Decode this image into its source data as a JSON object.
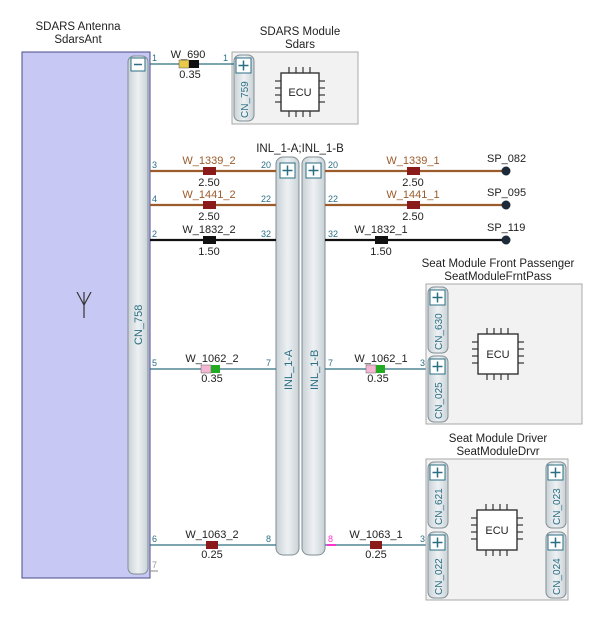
{
  "colors": {
    "antenna_fill": "#c8c8f4",
    "antenna_border": "#4a4a88",
    "connector_fill": "#dfe4e7",
    "connector_border": "#7f8e95",
    "module_fill": "#f2f2f2",
    "module_border": "#a8a8a8",
    "pin_text": "#2b6f84",
    "endpoint": "#1d2a3a",
    "wire_brown": "#9c5b2a",
    "wire_black": "#111111",
    "wire_teal": "#2f6f80",
    "highlight_pin": "#ff33cc"
  },
  "antenna": {
    "title": "SDARS Antenna",
    "subtitle": "SdarsAnt",
    "connector": "CN_758",
    "antenna_symbol": "antenna-icon"
  },
  "modules": {
    "sdars": {
      "title": "SDARS Module",
      "subtitle": "Sdars",
      "connector": "CN_759",
      "ecu_label": "ECU"
    },
    "front_passenger": {
      "title": "Seat Module Front Passenger",
      "subtitle": "SeatModuleFrntPass",
      "connectors": [
        "CN_630",
        "CN_025"
      ],
      "ecu_label": "ECU"
    },
    "driver": {
      "title": "Seat Module Driver",
      "subtitle": "SeatModuleDrvr",
      "connectors": [
        "CN_621",
        "CN_023",
        "CN_022",
        "CN_024"
      ],
      "ecu_label": "ECU"
    }
  },
  "inline": {
    "title": "INL_1-A;INL_1-B",
    "left": "INL_1-A",
    "right": "INL_1-B"
  },
  "wires": [
    {
      "name": "W_690",
      "gauge": "0.35",
      "color": "#e8c94a",
      "color2": "#111111",
      "from_pin": "1",
      "to_pin": "1"
    },
    {
      "name": "W_1339_2",
      "gauge": "2.50",
      "color": "#8b1a1a",
      "from_pin": "3",
      "to_pin": "20"
    },
    {
      "name": "W_1441_2",
      "gauge": "2.50",
      "color": "#8b1a1a",
      "from_pin": "4",
      "to_pin": "22"
    },
    {
      "name": "W_1832_2",
      "gauge": "1.50",
      "color": "#111111",
      "from_pin": "2",
      "to_pin": "32"
    },
    {
      "name": "W_1062_2",
      "gauge": "0.35",
      "color": "#f4b6d2",
      "color2": "#22aa22",
      "from_pin": "5",
      "to_pin": "7"
    },
    {
      "name": "W_1063_2",
      "gauge": "0.25",
      "color": "#8b1a1a",
      "from_pin": "6",
      "to_pin": "8"
    },
    {
      "name": "W_1339_1",
      "gauge": "2.50",
      "color": "#8b1a1a",
      "from_pin": "20",
      "to_pin": "SP_082"
    },
    {
      "name": "W_1441_1",
      "gauge": "2.50",
      "color": "#8b1a1a",
      "from_pin": "22",
      "to_pin": "SP_095"
    },
    {
      "name": "W_1832_1",
      "gauge": "1.50",
      "color": "#111111",
      "from_pin": "32",
      "to_pin": "SP_119"
    },
    {
      "name": "W_1062_1",
      "gauge": "0.35",
      "color": "#f4b6d2",
      "color2": "#22aa22",
      "from_pin": "7",
      "to_pin": "3"
    },
    {
      "name": "W_1063_1",
      "gauge": "0.25",
      "color": "#8b1a1a",
      "from_pin": "8",
      "to_pin": "3"
    }
  ],
  "splices": [
    "SP_082",
    "SP_095",
    "SP_119"
  ],
  "unused_pin": "7"
}
